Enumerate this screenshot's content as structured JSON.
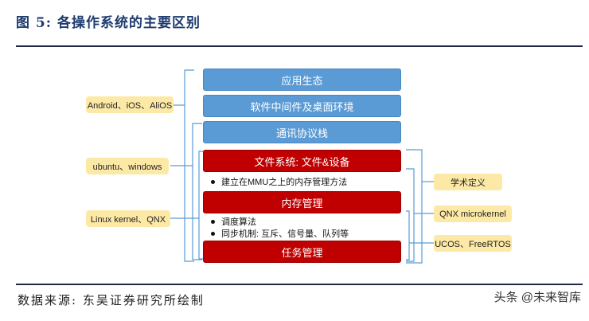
{
  "figure": {
    "title": "图 5:  各操作系统的主要区别",
    "source": "数据来源:  东吴证券研究所绘制"
  },
  "layers": [
    {
      "label": "应用生态",
      "color": "blue"
    },
    {
      "label": "软件中间件及桌面环境",
      "color": "blue"
    },
    {
      "label": "通讯协议栈",
      "color": "blue"
    },
    {
      "label": "文件系统: 文件&设备",
      "color": "red"
    },
    {
      "label": "内存管理",
      "color": "red"
    },
    {
      "label": "任务管理",
      "color": "red"
    }
  ],
  "bullets": {
    "memory": "建立在MMU之上的内存管理方法",
    "scheduling": "调度算法",
    "sync": "同步机制: 互斥、信号量、队列等"
  },
  "left_tags": [
    {
      "label": "Android、iOS、AliOS"
    },
    {
      "label": "ubuntu、windows"
    },
    {
      "label": "Linux kernel、QNX"
    }
  ],
  "right_tags": [
    {
      "label": "学术定义"
    },
    {
      "label": "QNX microkernel"
    },
    {
      "label": "UCOS、FreeRTOS"
    }
  ],
  "watermark": {
    "text": "头条 @未来智库"
  },
  "colors": {
    "blue": "#5a9bd5",
    "red": "#c00000",
    "tag": "#fde9a6",
    "bracket": "#5a9bd5",
    "title": "#1f3b6e"
  }
}
